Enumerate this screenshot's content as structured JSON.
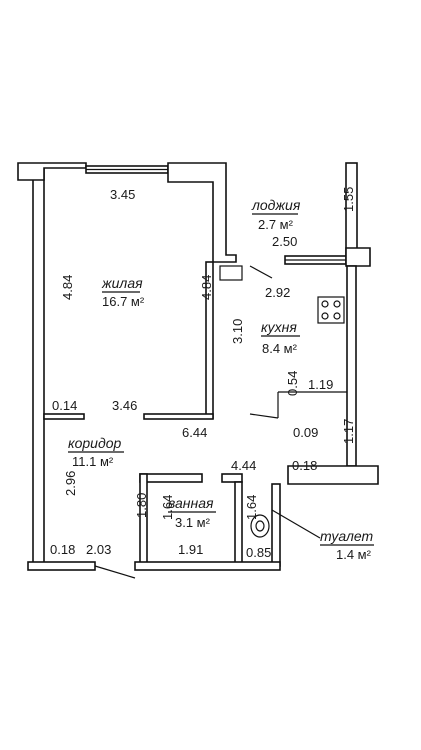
{
  "rooms": {
    "living": {
      "name": "жилая",
      "area": "16.7 м²"
    },
    "loggia": {
      "name": "лоджия",
      "area": "2.7 м²"
    },
    "kitchen": {
      "name": "кухня",
      "area": "8.4 м²"
    },
    "corridor": {
      "name": "коридор",
      "area": "11.1 м²"
    },
    "bathroom": {
      "name": "ванная",
      "area": "3.1 м²"
    },
    "toilet": {
      "name": "туалет",
      "area": "1.4 м²"
    }
  },
  "dimensions": {
    "living_top": "3.45",
    "living_left": "4.84",
    "living_right": "4.84",
    "loggia_side": "1.55",
    "loggia_bottom": "2.50",
    "kitchen_top": "2.92",
    "kitchen_left": "3.10",
    "kitchen_niche_v": "0.54",
    "kitchen_niche_h": "1.19",
    "corridor_wall_offset": "0.14",
    "living_bottom": "3.46",
    "corridor_long": "6.44",
    "kitchen_niche_small": "0.09",
    "right_step": "1.17",
    "bath_top": "4.44",
    "toilet_offset": "0.18",
    "corridor_left": "2.96",
    "bath_left_outer": "1.80",
    "bath_left_inner": "1.64",
    "toilet_left": "1.64",
    "bath_bottom": "1.91",
    "toilet_bottom": "0.85",
    "entry_offset": "0.18",
    "entry_width": "2.03"
  }
}
